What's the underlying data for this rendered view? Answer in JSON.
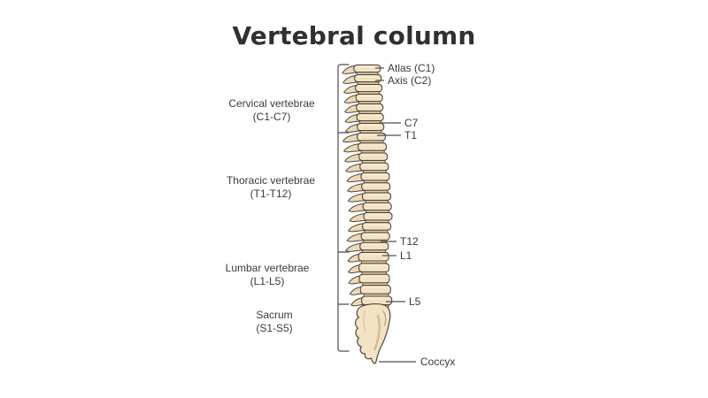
{
  "title": "Vertebral column",
  "colors": {
    "background": "#ffffff",
    "bone_fill": "#f2e3c4",
    "bone_light": "#f9f0dd",
    "disc_fill": "#e3cba2",
    "process_fill": "#ecd9b6",
    "shade": "#cfb388",
    "outline": "#50463c",
    "line_color": "#4d4d4d",
    "text_color": "#3a3a3a",
    "title_color": "#303030"
  },
  "region_labels": [
    {
      "name": "cervical",
      "line1": "Cervical vertebrae",
      "line2": "(C1-C7)"
    },
    {
      "name": "thoracic",
      "line1": "Thoracic vertebrae",
      "line2": "(T1-T12)"
    },
    {
      "name": "lumbar",
      "line1": "Lumbar vertebrae",
      "line2": "(L1-L5)"
    },
    {
      "name": "sacrum",
      "line1": "Sacrum",
      "line2": "(S1-S5)"
    }
  ],
  "part_labels": [
    {
      "name": "atlas",
      "text": "Atlas (C1)"
    },
    {
      "name": "axis",
      "text": "Axis (C2)"
    },
    {
      "name": "c7",
      "text": "C7"
    },
    {
      "name": "t1",
      "text": "T1"
    },
    {
      "name": "t12",
      "text": "T12"
    },
    {
      "name": "l1",
      "text": "L1"
    },
    {
      "name": "l5",
      "text": "L5"
    },
    {
      "name": "coccyx",
      "text": "Coccyx"
    }
  ]
}
